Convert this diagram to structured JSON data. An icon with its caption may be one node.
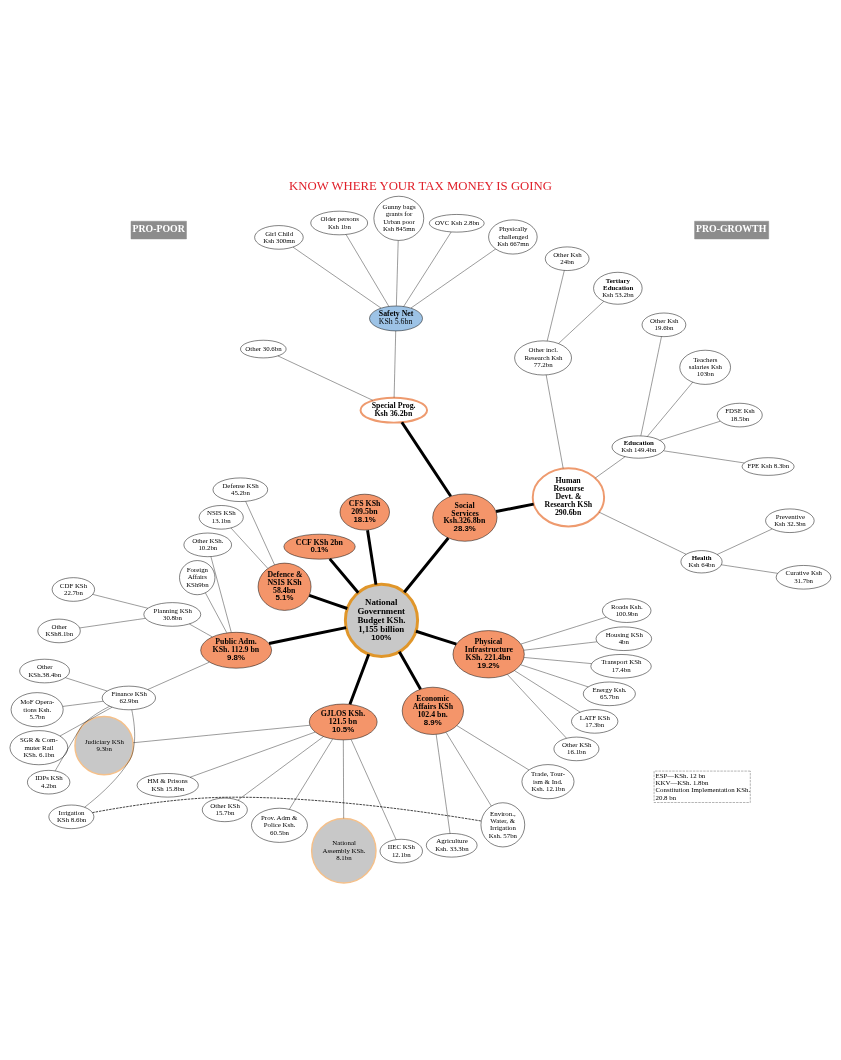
{
  "diagram": {
    "title": "KNOW WHERE YOUR TAX MONEY IS GOING",
    "nodes": [
      {
        "text": [
          "Curative Ksh 31.7bn"
        ]
      },
      {
        "text": [
          "Preventive Ksh 32.3bn"
        ]
      },
      {
        "text": [
          "FPE Ksh 8.3bn"
        ]
      },
      {
        "text": [
          "FDSE Ksh 18.5bn"
        ]
      },
      {
        "text": [
          "Physically challenged Ksh 667mn"
        ]
      },
      {
        "text": [
          "OVC Ksh 2.8bn"
        ]
      },
      {
        "text": [
          "Gunny bags grants for Urban poor Ksh 845mn"
        ]
      },
      {
        "text": [
          "Health",
          "Ksh 64bn"
        ]
      },
      {
        "text": [
          "Education",
          "Ksh 149.4bn"
        ]
      },
      {
        "text": [
          "Teachers salaries Ksh 103bn"
        ]
      },
      {
        "text": [
          "Safety Net",
          "KSh 5.6bn"
        ]
      },
      {
        "text": [
          "Older persons Ksh 1bn"
        ]
      },
      {
        "text": [
          "Other Ksh 19.6bn"
        ]
      },
      {
        "text": [
          "Other incl. Research Ksh 77.2bn"
        ]
      },
      {
        "text": [
          "Human Resourse Devt. & Research KSh 290.6bn"
        ]
      },
      {
        "text": [
          "Special Prog. Ksh 36.2bn"
        ]
      },
      {
        "text": [
          "Other 30.6bn"
        ]
      },
      {
        "text": [
          "Girl Child Ksh 300mn"
        ]
      },
      {
        "text": [
          "Tertiary Education",
          "Ksh 53.2bn"
        ]
      },
      {
        "text": [
          "Other Ksh 24bn"
        ]
      },
      {
        "text": [
          "ESP—KSh. 12 bn",
          "KKV—KSh. 1.8bn",
          "Constitution Implementation KSh. 20.8 bn"
        ]
      },
      {
        "text": [
          "Social Services Ksh.326.8bn",
          "28.3%"
        ]
      },
      {
        "text": [
          "CFS KSh 209.5bn",
          "18.1%"
        ]
      },
      {
        "text": [
          "CCF KSh 2bn",
          "0.1%"
        ]
      },
      {
        "text": [
          "Defense KSh 45.2bn"
        ]
      },
      {
        "text": [
          "Other KSh. 10.2bn"
        ]
      },
      {
        "text": [
          "Foreign Affairs KSh9bn"
        ]
      },
      {
        "text": [
          "Defence & NSIS KSh 58.4bn",
          "5.1%"
        ]
      },
      {
        "text": [
          "NSIS KSh 13.1bn"
        ]
      },
      {
        "text": [
          "National Government Budget KSh. 1,155 billion",
          "100%"
        ]
      },
      {
        "text": [
          "Public Adm. KSh. 112.9 bn",
          "9.8%"
        ]
      },
      {
        "text": [
          "Planning KSh 30.8bn"
        ]
      },
      {
        "text": [
          "Judiciary KSh 9.3bn"
        ]
      },
      {
        "text": [
          "HM & Prisons KSh 15.8bn"
        ]
      },
      {
        "text": [
          "CDF KSh 22.7bn"
        ]
      },
      {
        "text": [
          "Other KSh8.1bn"
        ]
      },
      {
        "text": [
          "GJLOS KSh. 121.5 bn",
          "10.5%"
        ]
      },
      {
        "text": [
          "Other KSh.38.4bn"
        ]
      },
      {
        "text": [
          "Finance KSh 62.9bn"
        ]
      },
      {
        "text": [
          "Other KSh 15.7bn"
        ]
      },
      {
        "text": [
          "Prov. Adm & Police Ksh. 60.5bn"
        ]
      },
      {
        "text": [
          "MoF Opera- tions Ksh. 5.7bn"
        ]
      },
      {
        "text": [
          "National Assembly KSh. 8.1bn"
        ]
      },
      {
        "text": [
          "Economic Affairs KSh 102.4 bn.",
          "8.9%"
        ]
      },
      {
        "text": [
          "SGR & Com- muter Rail KSh. 6.1bn"
        ]
      },
      {
        "text": [
          "IDPs KSh 4.2bn"
        ]
      },
      {
        "text": [
          "IIEC KSh 12.1bn"
        ]
      },
      {
        "text": [
          "Physical Infrastructure KSh. 221.4bn",
          "19.2%"
        ]
      },
      {
        "text": [
          "Other KSh 16.1bn"
        ]
      },
      {
        "text": [
          "Irrigation KSh 8.6bn"
        ]
      },
      {
        "text": [
          "Agriculture Ksh. 33.3bn"
        ]
      },
      {
        "text": [
          "LATF KSh 17.3bn"
        ]
      },
      {
        "text": [
          "Environ., Water, & Irrigation Ksh. 57bn"
        ]
      },
      {
        "text": [
          "Trade, Tour- ism & Ind. Ksh. 12.1bn"
        ]
      },
      {
        "text": [
          "Energy Ksh. 65.7bn"
        ]
      },
      {
        "text": [
          "Transport KSh 17.4bn"
        ]
      },
      {
        "text": [
          "Housing KSh 4bn"
        ]
      },
      {
        "text": [
          "Roads Ksh. 100.9bn"
        ]
      }
    ],
    "edges": [
      {
        "from": 29,
        "to": 21,
        "arrow": "none",
        "style": "thick"
      },
      {
        "from": 29,
        "to": 22,
        "arrow": "none",
        "style": "thick"
      },
      {
        "from": 29,
        "to": 23,
        "arrow": "none",
        "style": "thick"
      },
      {
        "from": 29,
        "to": 27,
        "arrow": "none",
        "style": "thick"
      },
      {
        "from": 29,
        "to": 30,
        "arrow": "none",
        "style": "thick"
      },
      {
        "from": 29,
        "to": 36,
        "arrow": "none",
        "style": "thick"
      },
      {
        "from": 29,
        "to": 43,
        "arrow": "none",
        "style": "thick"
      },
      {
        "from": 29,
        "to": 47,
        "arrow": "none",
        "style": "thick"
      },
      {
        "from": 21,
        "to": 14,
        "arrow": "none",
        "style": "thick"
      },
      {
        "from": 21,
        "to": 15,
        "arrow": "none",
        "style": "thick"
      },
      {
        "from": 14,
        "to": 7,
        "arrow": "none"
      },
      {
        "from": 14,
        "to": 8,
        "arrow": "none"
      },
      {
        "from": 14,
        "to": 13,
        "arrow": "none"
      },
      {
        "from": 7,
        "to": 0,
        "arrow": "none"
      },
      {
        "from": 7,
        "to": 1,
        "arrow": "none"
      },
      {
        "from": 8,
        "to": 2,
        "arrow": "none"
      },
      {
        "from": 8,
        "to": 3,
        "arrow": "none"
      },
      {
        "from": 8,
        "to": 9,
        "arrow": "none"
      },
      {
        "from": 8,
        "to": 12,
        "arrow": "none"
      },
      {
        "from": 13,
        "to": 18,
        "arrow": "none"
      },
      {
        "from": 13,
        "to": 19,
        "arrow": "none"
      },
      {
        "from": 15,
        "to": 10,
        "arrow": "none"
      },
      {
        "from": 15,
        "to": 16,
        "arrow": "none"
      },
      {
        "from": 10,
        "to": 4,
        "arrow": "none"
      },
      {
        "from": 10,
        "to": 5,
        "arrow": "none"
      },
      {
        "from": 10,
        "to": 6,
        "arrow": "none"
      },
      {
        "from": 10,
        "to": 11,
        "arrow": "none"
      },
      {
        "from": 10,
        "to": 17,
        "arrow": "none"
      },
      {
        "from": 27,
        "to": 24,
        "arrow": "none"
      },
      {
        "from": 27,
        "to": 28,
        "arrow": "none"
      },
      {
        "from": 30,
        "to": 25,
        "arrow": "none"
      },
      {
        "from": 30,
        "to": 26,
        "arrow": "none"
      },
      {
        "from": 30,
        "to": 31,
        "arrow": "none"
      },
      {
        "from": 31,
        "to": 34,
        "arrow": "none"
      },
      {
        "from": 31,
        "to": 35,
        "arrow": "none"
      },
      {
        "from": 30,
        "to": 38,
        "arrow": "none"
      },
      {
        "from": 38,
        "to": 37,
        "arrow": "none"
      },
      {
        "from": 38,
        "to": 41,
        "arrow": "none"
      },
      {
        "from": 38,
        "to": 44,
        "arrow": "none"
      },
      {
        "from": 38,
        "to": 45,
        "arrow": "none"
      },
      {
        "from": 38,
        "to": 49,
        "arrow": "none"
      },
      {
        "from": 49,
        "to": 52,
        "arrow": "none",
        "style": "dashed"
      },
      {
        "from": 36,
        "to": 32,
        "arrow": "none"
      },
      {
        "from": 36,
        "to": 33,
        "arrow": "none"
      },
      {
        "from": 36,
        "to": 40,
        "arrow": "none"
      },
      {
        "from": 36,
        "to": 39,
        "arrow": "none"
      },
      {
        "from": 36,
        "to": 42,
        "arrow": "none"
      },
      {
        "from": 36,
        "to": 46,
        "arrow": "none"
      },
      {
        "from": 43,
        "to": 52,
        "arrow": "none"
      },
      {
        "from": 43,
        "to": 53,
        "arrow": "none"
      },
      {
        "from": 43,
        "to": 50,
        "arrow": "none"
      },
      {
        "from": 47,
        "to": 48,
        "arrow": "none"
      },
      {
        "from": 47,
        "to": 51,
        "arrow": "none"
      },
      {
        "from": 47,
        "to": 56,
        "arrow": "none"
      },
      {
        "from": 47,
        "to": 55,
        "arrow": "none"
      },
      {
        "from": 47,
        "to": 57,
        "arrow": "none"
      },
      {
        "from": 47,
        "to": 54,
        "arrow": "none"
      }
    ],
    "labels": [
      "PRO-POOR",
      "PRO-GROWTH"
    ]
  }
}
